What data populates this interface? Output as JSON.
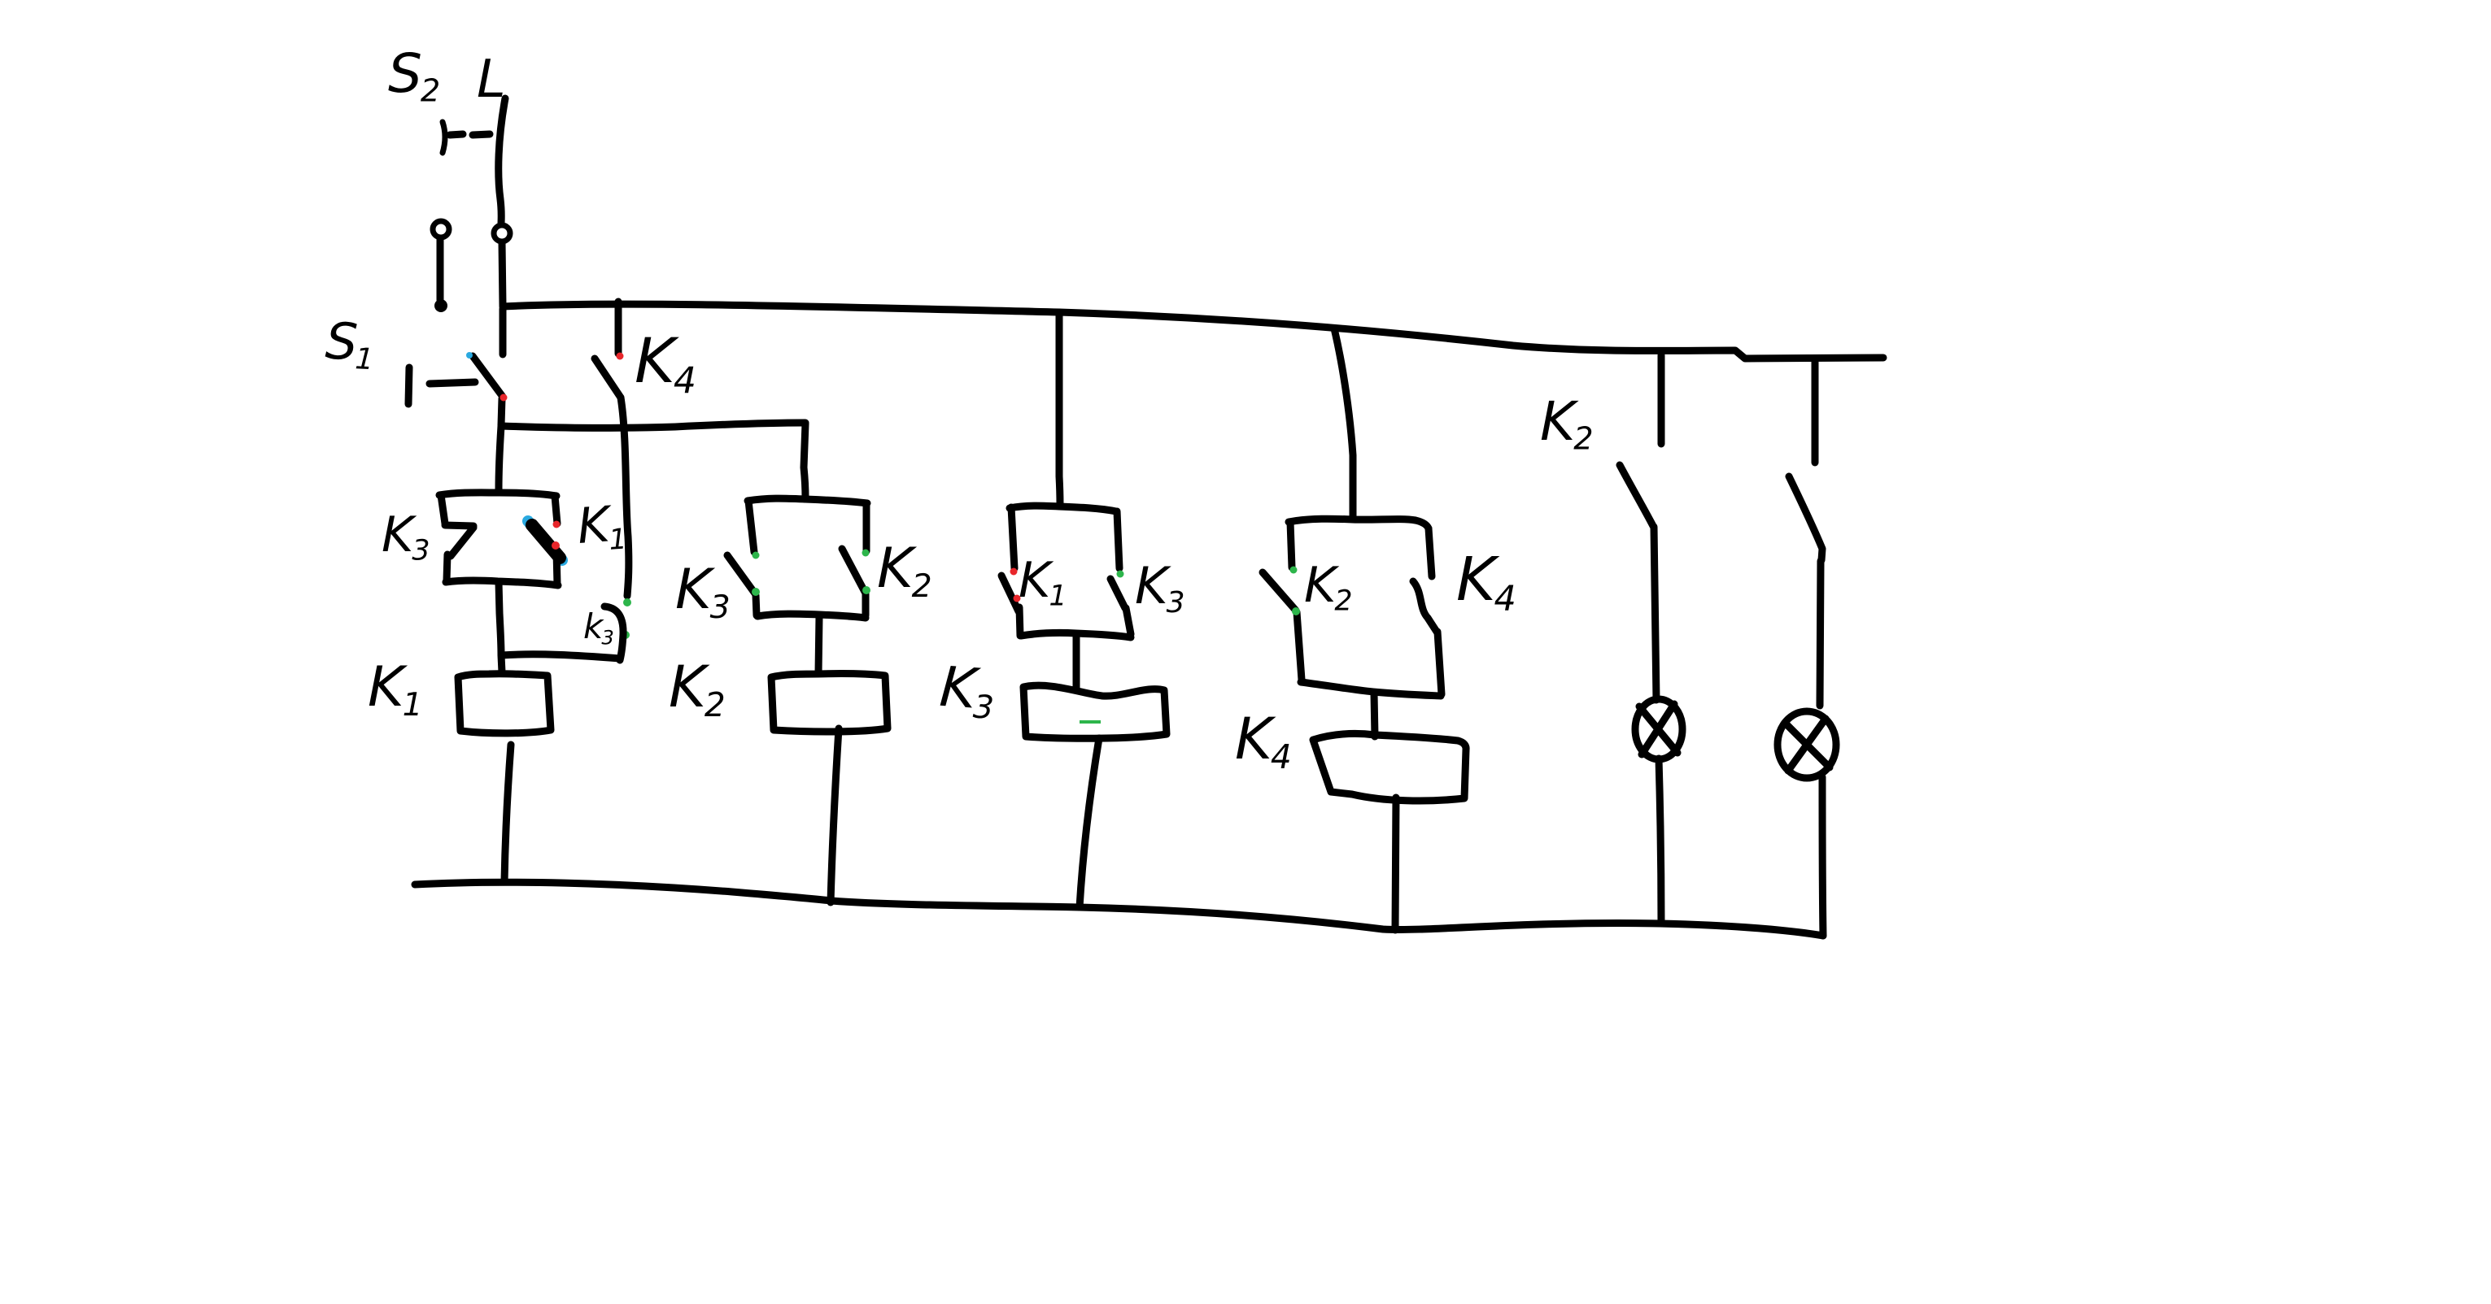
{
  "diagram": {
    "kind": "hand-drawn relay control circuit (ladder diagram)",
    "background_color": "#ffffff",
    "ink_color": "#000000",
    "mark_colors": {
      "green": "#2db54b",
      "red": "#e8262b",
      "blue": "#2aa9e0"
    }
  },
  "labels": {
    "l_supply": {
      "base": "L",
      "sub": ""
    },
    "s2": {
      "base": "S",
      "sub": "2"
    },
    "s1": {
      "base": "S",
      "sub": "1"
    },
    "k4_top": {
      "base": "K",
      "sub": "4"
    },
    "k3_b1": {
      "base": "K",
      "sub": "3"
    },
    "k1_b1": {
      "base": "K",
      "sub": "1"
    },
    "k3_small": {
      "base": "k",
      "sub": "3"
    },
    "k1_coil": {
      "base": "K",
      "sub": "1"
    },
    "k3_b2": {
      "base": "K",
      "sub": "3"
    },
    "k2_b2": {
      "base": "K",
      "sub": "2"
    },
    "k2_coil": {
      "base": "K",
      "sub": "2"
    },
    "k1_b3": {
      "base": "K",
      "sub": "1"
    },
    "k3_b3": {
      "base": "K",
      "sub": "3"
    },
    "k3_coil": {
      "base": "K",
      "sub": "3"
    },
    "k2_b4": {
      "base": "K",
      "sub": "2"
    },
    "k4_b4": {
      "base": "K",
      "sub": "4"
    },
    "k4_coil": {
      "base": "K",
      "sub": "4"
    },
    "k2_lamp": {
      "base": "K",
      "sub": "2"
    }
  },
  "components": {
    "supply_rail_label": "L",
    "switches": [
      "S2",
      "S1"
    ],
    "series_contact": "K4",
    "branches": [
      {
        "contacts": [
          "K3",
          "K1"
        ],
        "aux_contact": "k3",
        "coil": "K1"
      },
      {
        "contacts": [
          "K3",
          "K2"
        ],
        "coil": "K2"
      },
      {
        "contacts": [
          "K1",
          "K3"
        ],
        "coil": "K3"
      },
      {
        "contacts": [
          "K2",
          "K4"
        ],
        "coil": "K4"
      },
      {
        "contacts": [
          "K2"
        ],
        "load": "lamp"
      },
      {
        "contacts": [],
        "load": "lamp"
      }
    ],
    "lamp_count": 2
  }
}
